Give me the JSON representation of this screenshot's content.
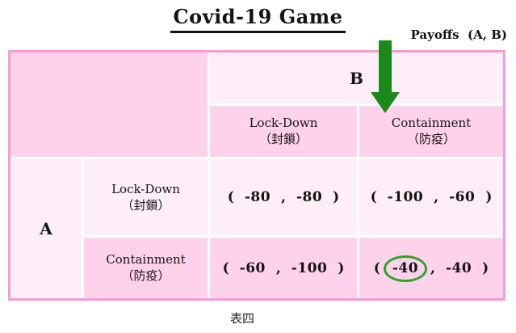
{
  "title": "Covid-19 Game",
  "payoffs_label": "Payoffs  (A, B)",
  "caption": "表四",
  "players": {
    "row": "A",
    "col": "B"
  },
  "strategies": {
    "col": [
      {
        "en": "Lock-Down",
        "zh": "（封鎖）"
      },
      {
        "en": "Containment",
        "zh": "（防疫）"
      }
    ],
    "row": [
      {
        "en": "Lock-Down",
        "zh": "（封鎖）"
      },
      {
        "en": "Containment",
        "zh": "（防疫）"
      }
    ]
  },
  "punct": {
    "open": "(",
    "comma": ",",
    "close": ")"
  },
  "matrix": {
    "cells": [
      [
        {
          "a": "-80",
          "b": "-80"
        },
        {
          "a": "-100",
          "b": "-60"
        }
      ],
      [
        {
          "a": "-60",
          "b": "-100"
        },
        {
          "a": "-40",
          "b": "-40"
        }
      ]
    ]
  },
  "annotations": {
    "arrow": {
      "color": "#1a8a1a",
      "points_to": "Containment column of player B"
    },
    "circle": {
      "color": "#2aa42a",
      "around_value": "-40",
      "cell": "Containment/Containment, A payoff"
    }
  },
  "colors": {
    "cell_pink_medium": "#ffd2ec",
    "cell_pink_light": "#fdeef7",
    "table_border": "#f79bd3",
    "green": "#1a8a1a"
  },
  "chart_data": {
    "type": "table",
    "title": "Covid-19 Game",
    "row_player": "A",
    "col_player": "B",
    "strategies": [
      "Lock-Down",
      "Containment"
    ],
    "payoffs_A_B": [
      [
        [
          -80,
          -80
        ],
        [
          -100,
          -60
        ]
      ],
      [
        [
          -60,
          -100
        ],
        [
          -40,
          -40
        ]
      ]
    ],
    "highlight": "A's payoff -40 at (Containment, Containment) circled in green; green arrow points to B's Containment column"
  }
}
